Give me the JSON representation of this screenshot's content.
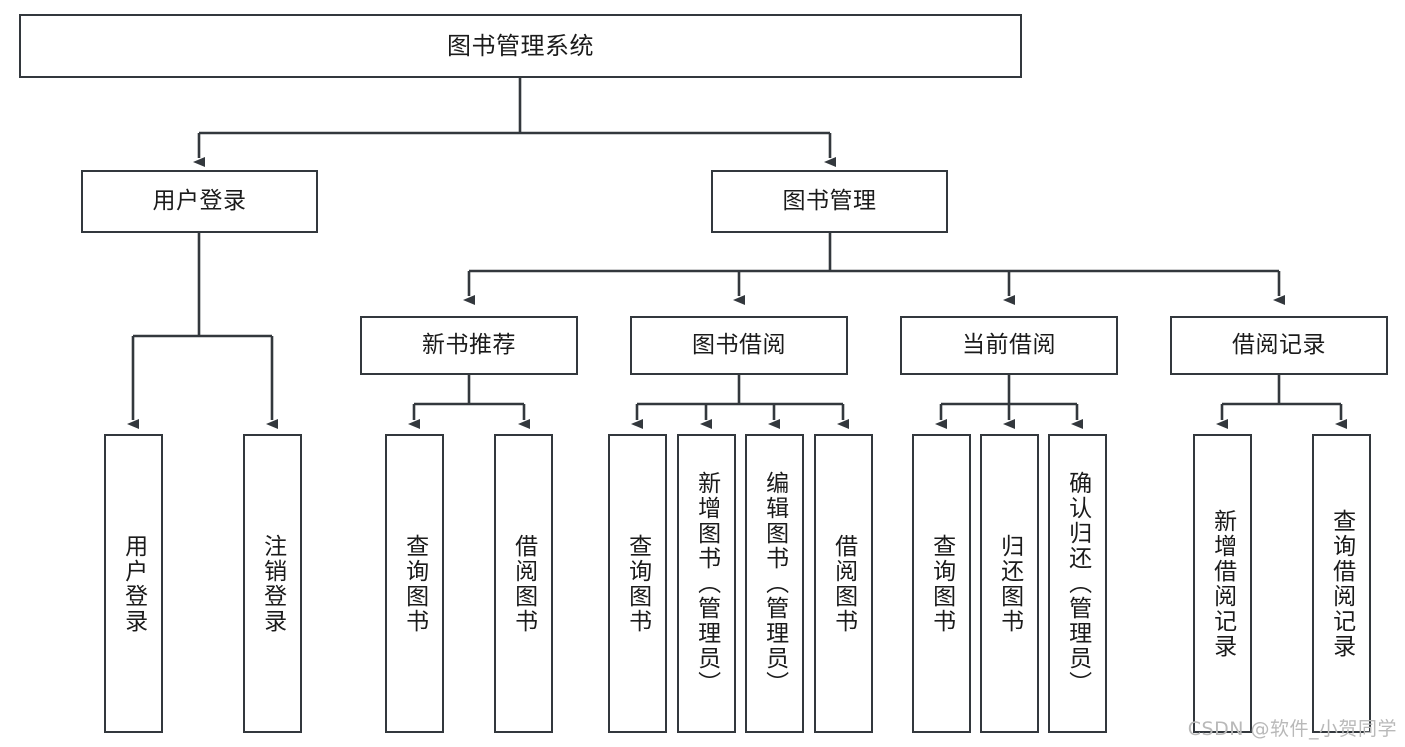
{
  "diagram": {
    "title": "图书管理系统",
    "type": "tree",
    "watermark": "CSDN @软件_小贺同学",
    "colors": {
      "stroke": "#33383d",
      "fill": "#ffffff",
      "text": "#1b1b1b",
      "watermark": "#b9b9b9"
    },
    "nodes": {
      "root": {
        "label": "图书管理系统"
      },
      "level2": [
        {
          "id": "user-login",
          "label": "用户登录"
        },
        {
          "id": "book-manage",
          "label": "图书管理"
        }
      ],
      "level3": [
        {
          "id": "new-book-rec",
          "label": "新书推荐"
        },
        {
          "id": "book-borrow",
          "label": "图书借阅"
        },
        {
          "id": "current-borrow",
          "label": "当前借阅"
        },
        {
          "id": "borrow-record",
          "label": "借阅记录"
        }
      ],
      "leaves": {
        "user-login": [
          {
            "id": "leaf-user-login",
            "label": "用户登录"
          },
          {
            "id": "leaf-user-logout",
            "label": "注销登录"
          }
        ],
        "new-book-rec": [
          {
            "id": "leaf-query-book-1",
            "label": "查询图书"
          },
          {
            "id": "leaf-borrow-book-1",
            "label": "借阅图书"
          }
        ],
        "book-borrow": [
          {
            "id": "leaf-query-book-2",
            "label": "查询图书"
          },
          {
            "id": "leaf-add-book",
            "label": "新增图书（管理员）"
          },
          {
            "id": "leaf-edit-book",
            "label": "编辑图书（管理员）"
          },
          {
            "id": "leaf-borrow-book-2",
            "label": "借阅图书"
          }
        ],
        "current-borrow": [
          {
            "id": "leaf-query-book-3",
            "label": "查询图书"
          },
          {
            "id": "leaf-return-book",
            "label": "归还图书"
          },
          {
            "id": "leaf-confirm-return",
            "label": "确认归还（管理员）"
          }
        ],
        "borrow-record": [
          {
            "id": "leaf-add-record",
            "label": "新增借阅记录"
          },
          {
            "id": "leaf-query-record",
            "label": "查询借阅记录"
          }
        ]
      }
    }
  }
}
